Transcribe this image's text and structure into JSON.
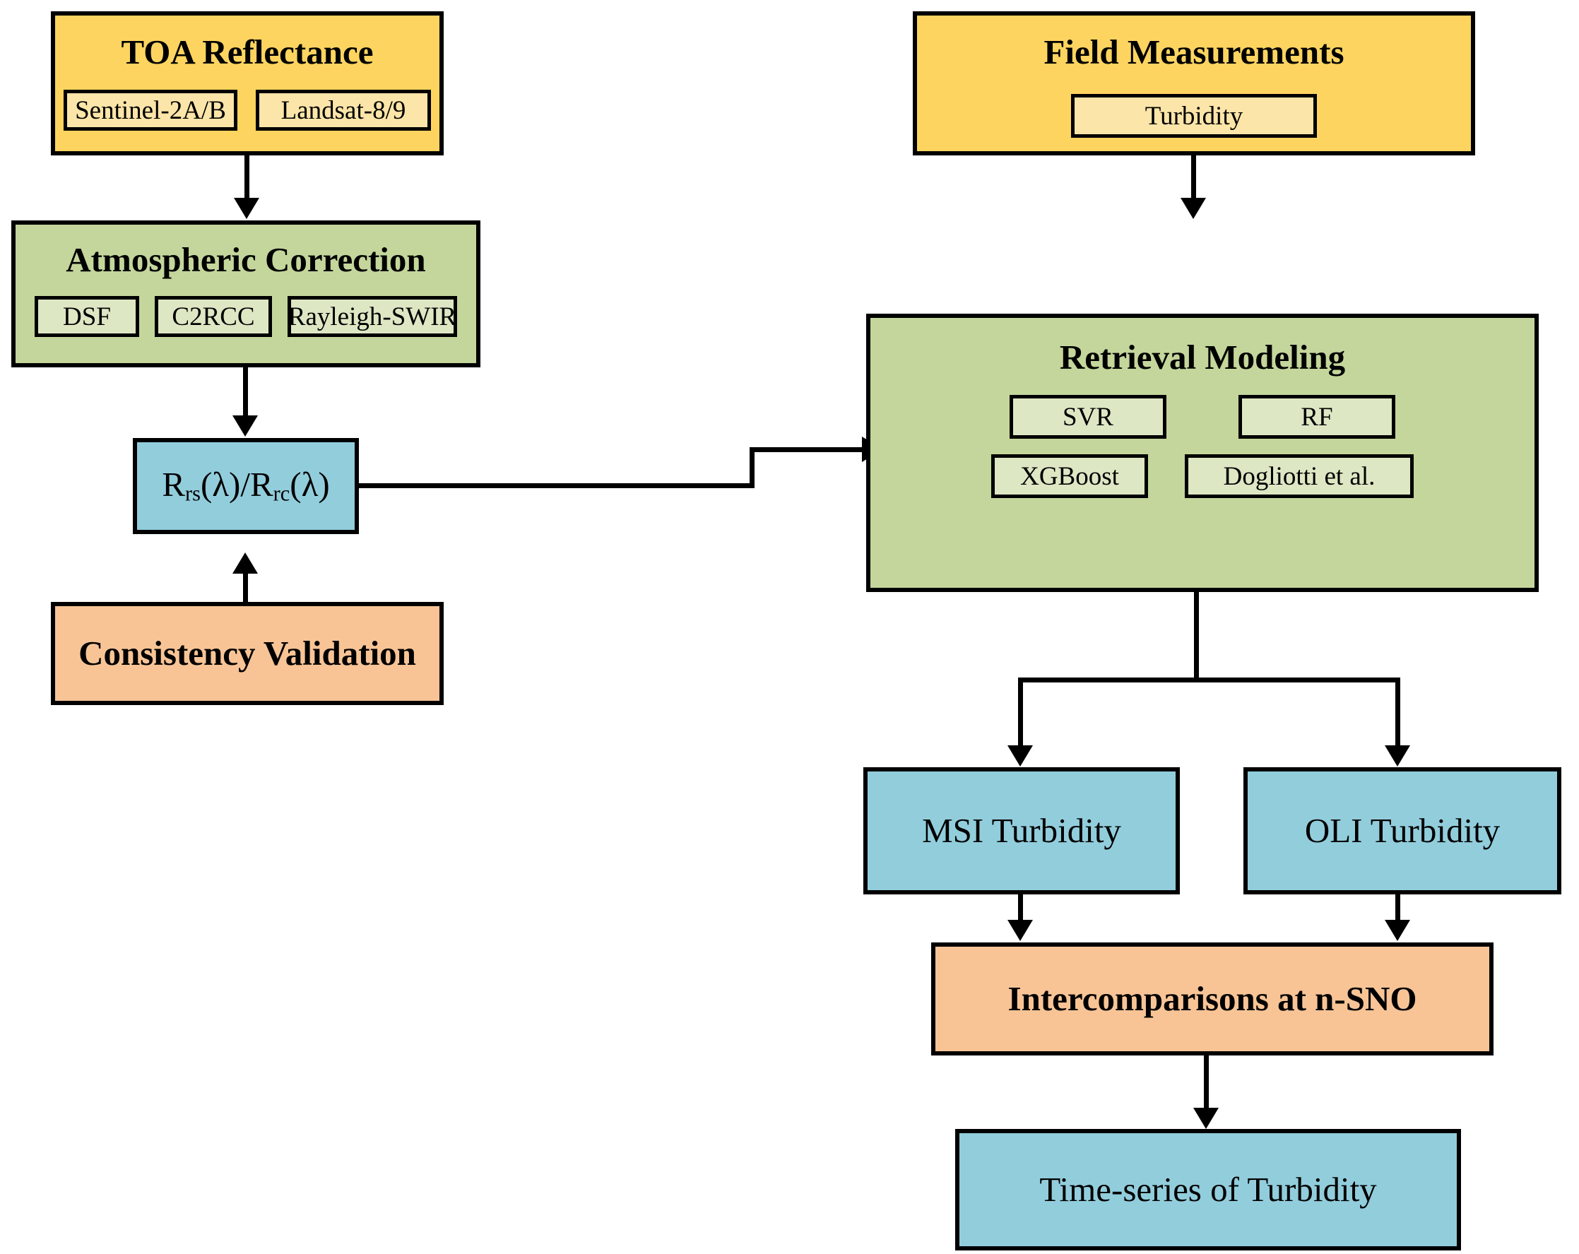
{
  "diagram": {
    "type": "flowchart",
    "title": "Turbidity retrieval and intercomparison workflow",
    "colors": {
      "input_yellow": "#fcd45f",
      "input_yellow_sub": "#fce5a8",
      "process_green": "#c4d69b",
      "process_green_sub": "#dde7c4",
      "product_blue": "#92cddc",
      "analysis_orange": "#f8c496",
      "outline": "#000000",
      "text": "#000000",
      "background": "#ffffff"
    }
  },
  "nodes": {
    "toa_reflectance": {
      "label": "TOA Reflectance",
      "color": "yellow",
      "children": [
        {
          "label": "Sentinel-2A/B"
        },
        {
          "label": "Landsat-8/9"
        }
      ]
    },
    "field_measurements": {
      "label": "Field Measurements",
      "color": "yellow",
      "children": [
        {
          "label": "Turbidity"
        }
      ]
    },
    "atmospheric_correction": {
      "label": "Atmospheric Correction",
      "color": "green",
      "children": [
        {
          "label": "DSF"
        },
        {
          "label": "C2RCC"
        },
        {
          "label": "Rayleigh-SWIR"
        }
      ]
    },
    "retrieval_modeling": {
      "label": "Retrieval Modeling",
      "color": "green",
      "children": [
        {
          "label": "SVR"
        },
        {
          "label": "RF"
        },
        {
          "label": "XGBoost"
        },
        {
          "label": "Dogliotti et al."
        }
      ]
    },
    "reflectance_product": {
      "label_prefix": "R",
      "label_sub1": "rs",
      "label_mid": "(λ)/R",
      "label_sub2": "rc",
      "label_suffix": "(λ)",
      "plain_label": "Rrs(λ)/Rrc(λ)",
      "color": "blue"
    },
    "consistency_validation": {
      "label": "Consistency Validation",
      "color": "orange"
    },
    "msi_turbidity": {
      "label": "MSI Turbidity",
      "color": "blue"
    },
    "oli_turbidity": {
      "label": "OLI Turbidity",
      "color": "blue"
    },
    "intercomparisons": {
      "label": "Intercomparisons at n-SNO",
      "color": "orange"
    },
    "time_series": {
      "label": "Time-series of Turbidity",
      "color": "blue"
    }
  },
  "edges": [
    {
      "from": "toa_reflectance",
      "to": "atmospheric_correction",
      "style": "arrow-down"
    },
    {
      "from": "atmospheric_correction",
      "to": "reflectance_product",
      "style": "arrow-down"
    },
    {
      "from": "consistency_validation",
      "to": "reflectance_product",
      "style": "arrow-up"
    },
    {
      "from": "reflectance_product",
      "to": "retrieval_modeling",
      "style": "elbow-arrow-right"
    },
    {
      "from": "field_measurements",
      "to": "retrieval_modeling",
      "style": "arrow-down"
    },
    {
      "from": "retrieval_modeling",
      "to": "msi_turbidity",
      "style": "split-arrow-down"
    },
    {
      "from": "retrieval_modeling",
      "to": "oli_turbidity",
      "style": "split-arrow-down"
    },
    {
      "from": "msi_turbidity",
      "to": "intercomparisons",
      "style": "arrow-down"
    },
    {
      "from": "oli_turbidity",
      "to": "intercomparisons",
      "style": "arrow-down"
    },
    {
      "from": "intercomparisons",
      "to": "time_series",
      "style": "arrow-down"
    }
  ]
}
